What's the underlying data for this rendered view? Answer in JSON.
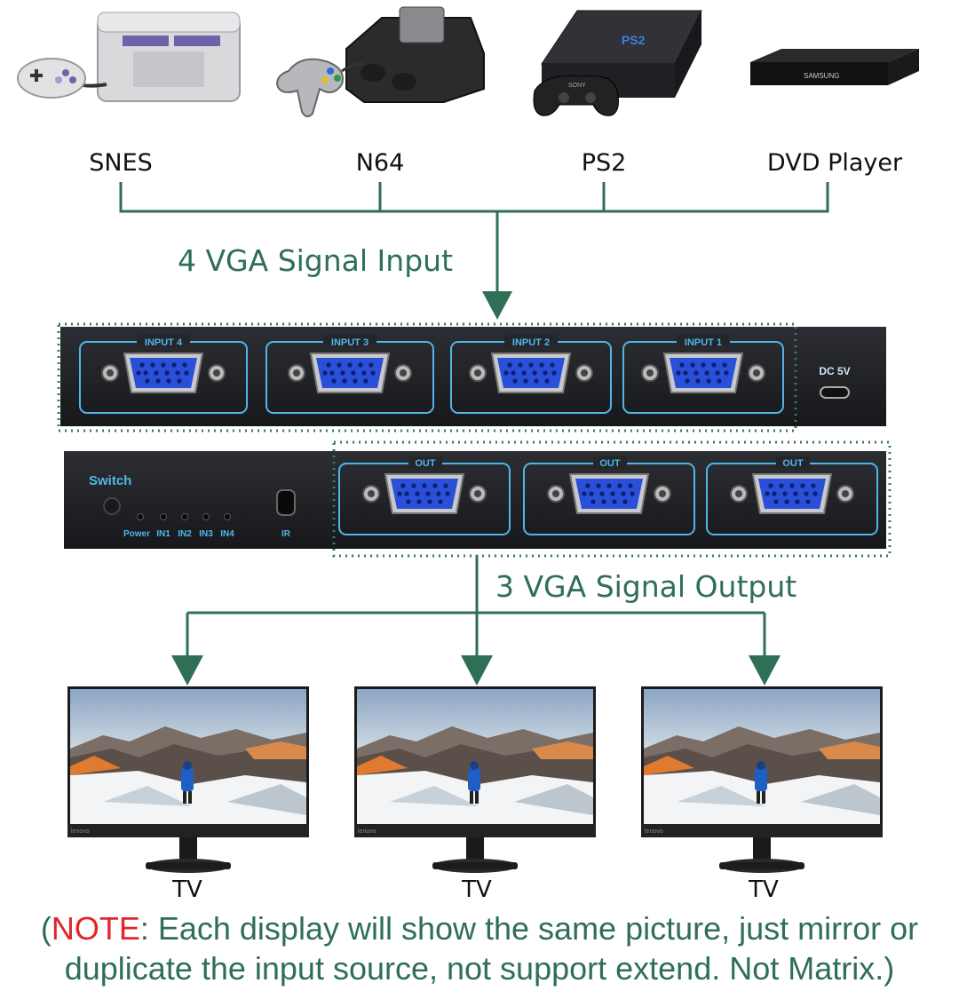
{
  "sources": [
    {
      "label": "SNES",
      "icon": "snes-console-icon"
    },
    {
      "label": "N64",
      "icon": "n64-console-icon"
    },
    {
      "label": "PS2",
      "icon": "ps2-console-icon"
    },
    {
      "label": "DVD Player",
      "icon": "dvd-player-icon"
    }
  ],
  "dvd_brand": "SAMSUNG",
  "ps2_brand": "SONY",
  "input_caption": "4 VGA Signal Input",
  "output_caption": "3 VGA Signal Output",
  "device": {
    "inputs": [
      "INPUT 4",
      "INPUT 3",
      "INPUT 2",
      "INPUT 1"
    ],
    "power_port": "DC 5V",
    "switch_label": "Switch",
    "leds": [
      "Power",
      "IN1",
      "IN2",
      "IN3",
      "IN4"
    ],
    "ir_label": "IR",
    "outputs": [
      "OUT",
      "OUT",
      "OUT"
    ]
  },
  "displays": [
    {
      "label": "TV",
      "brand": "lenovo"
    },
    {
      "label": "TV",
      "brand": "lenovo"
    },
    {
      "label": "TV",
      "brand": "lenovo"
    }
  ],
  "note": {
    "open": "(",
    "keyword": "NOTE",
    "line1_rest": ": Each display will show the same picture, just mirror or",
    "line2": "duplicate the input source, not support extend. Not Matrix.)"
  },
  "colors": {
    "line": "#2e6f56",
    "accent_blue": "#4fb6ea",
    "note_red": "#e3242b",
    "vga_blue": "#2a4fd8"
  }
}
